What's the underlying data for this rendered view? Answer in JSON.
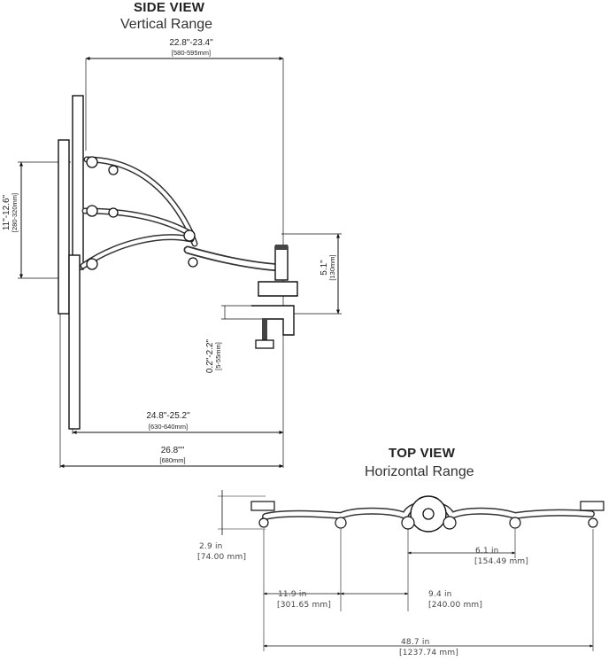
{
  "side_view": {
    "title": "SIDE VIEW",
    "subtitle": "Vertical Range",
    "dim_top": "22.8\"-23.4\"",
    "dim_top_mm": "[580-595mm]",
    "dim_height": "11\"-12.6\"",
    "dim_height_mm": "[280-320mm]",
    "dim_pole": "5.1\"",
    "dim_pole_mm": "[130mm]",
    "dim_clamp": "0.2\"-2.2\"",
    "dim_clamp_mm": "[5-55mm]",
    "dim_reach": "24.8\"-25.2\"",
    "dim_reach_mm": "[630-640mm]",
    "dim_total": "26.8\"\"",
    "dim_total_mm": "[680mm]"
  },
  "top_view": {
    "title": "TOP VIEW",
    "subtitle": "Horizontal Range",
    "dim_depth": "2.9 in",
    "dim_depth_mm": "[74.00 mm]",
    "dim_center": "6.1 in",
    "dim_center_mm": "[154.49 mm]",
    "dim_arm1": "11.9 in",
    "dim_arm1_mm": "[301.65 mm]",
    "dim_arm2": "9.4 in",
    "dim_arm2_mm": "[240.00 mm]",
    "dim_span": "48.7 in",
    "dim_span_mm": "[1237.74 mm]"
  }
}
